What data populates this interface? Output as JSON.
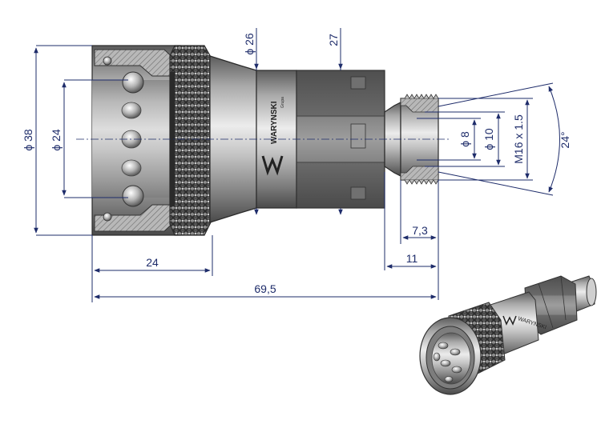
{
  "drawing": {
    "brand_text": "WARYNSKI",
    "brand_sub": "Grupa",
    "iso_brand_text": "WARYNSKI",
    "dimensions": {
      "d38": "ϕ 38",
      "d24": "ϕ 24",
      "d26": "ϕ 26",
      "w27": "27",
      "d8": "ϕ 8",
      "d10": "ϕ 10",
      "thread": "M16 x 1.5",
      "angle": "24°",
      "len73": "7,3",
      "len11": "11",
      "len24": "24",
      "len695": "69,5"
    },
    "colors": {
      "dimension": "#1e2c6a",
      "metal_light": "#d8d8d8",
      "metal_dark": "#5a5a5a",
      "hatch_section": "#8a8a8a"
    }
  }
}
